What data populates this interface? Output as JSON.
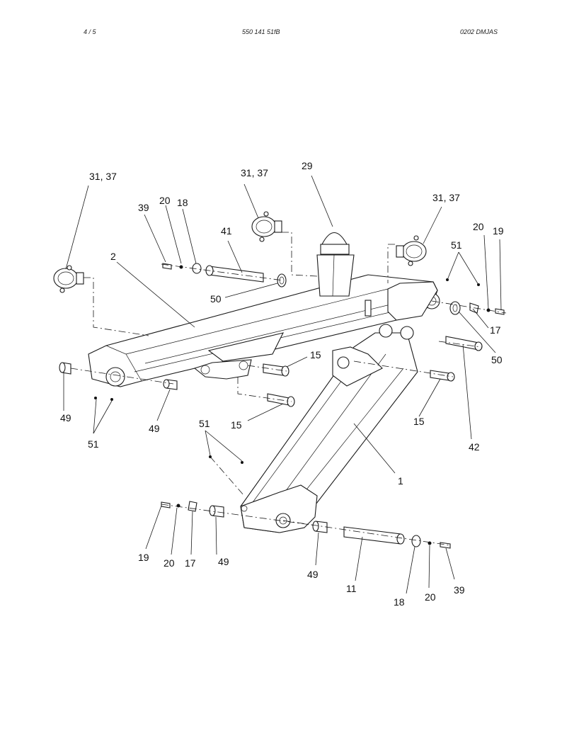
{
  "header": {
    "page": "4 /  5",
    "doc_number": "550 141 51fB",
    "code": "0202 DMJAS"
  },
  "callouts": {
    "c_31_37_left": "31, 37",
    "c_31_37_mid": "31, 37",
    "c_31_37_right": "31, 37",
    "c_29": "29",
    "c_39_top": "39",
    "c_20_top": "20",
    "c_18_top": "18",
    "c_41": "41",
    "c_2": "2",
    "c_50_left": "50",
    "c_20_right": "20",
    "c_19_right": "19",
    "c_51_top": "51",
    "c_17_right": "17",
    "c_50_right": "50",
    "c_15_a": "15",
    "c_15_b": "15",
    "c_15_c": "15",
    "c_49_a": "49",
    "c_49_b": "49",
    "c_51_left": "51",
    "c_42": "42",
    "c_51_mid": "51",
    "c_1": "1",
    "c_19_bottom": "19",
    "c_20_bottom": "20",
    "c_17_bottom": "17",
    "c_49_c": "49",
    "c_49_d": "49",
    "c_11": "11",
    "c_18_bottom": "18",
    "c_20_bottom_right": "20",
    "c_39_bottom": "39"
  }
}
